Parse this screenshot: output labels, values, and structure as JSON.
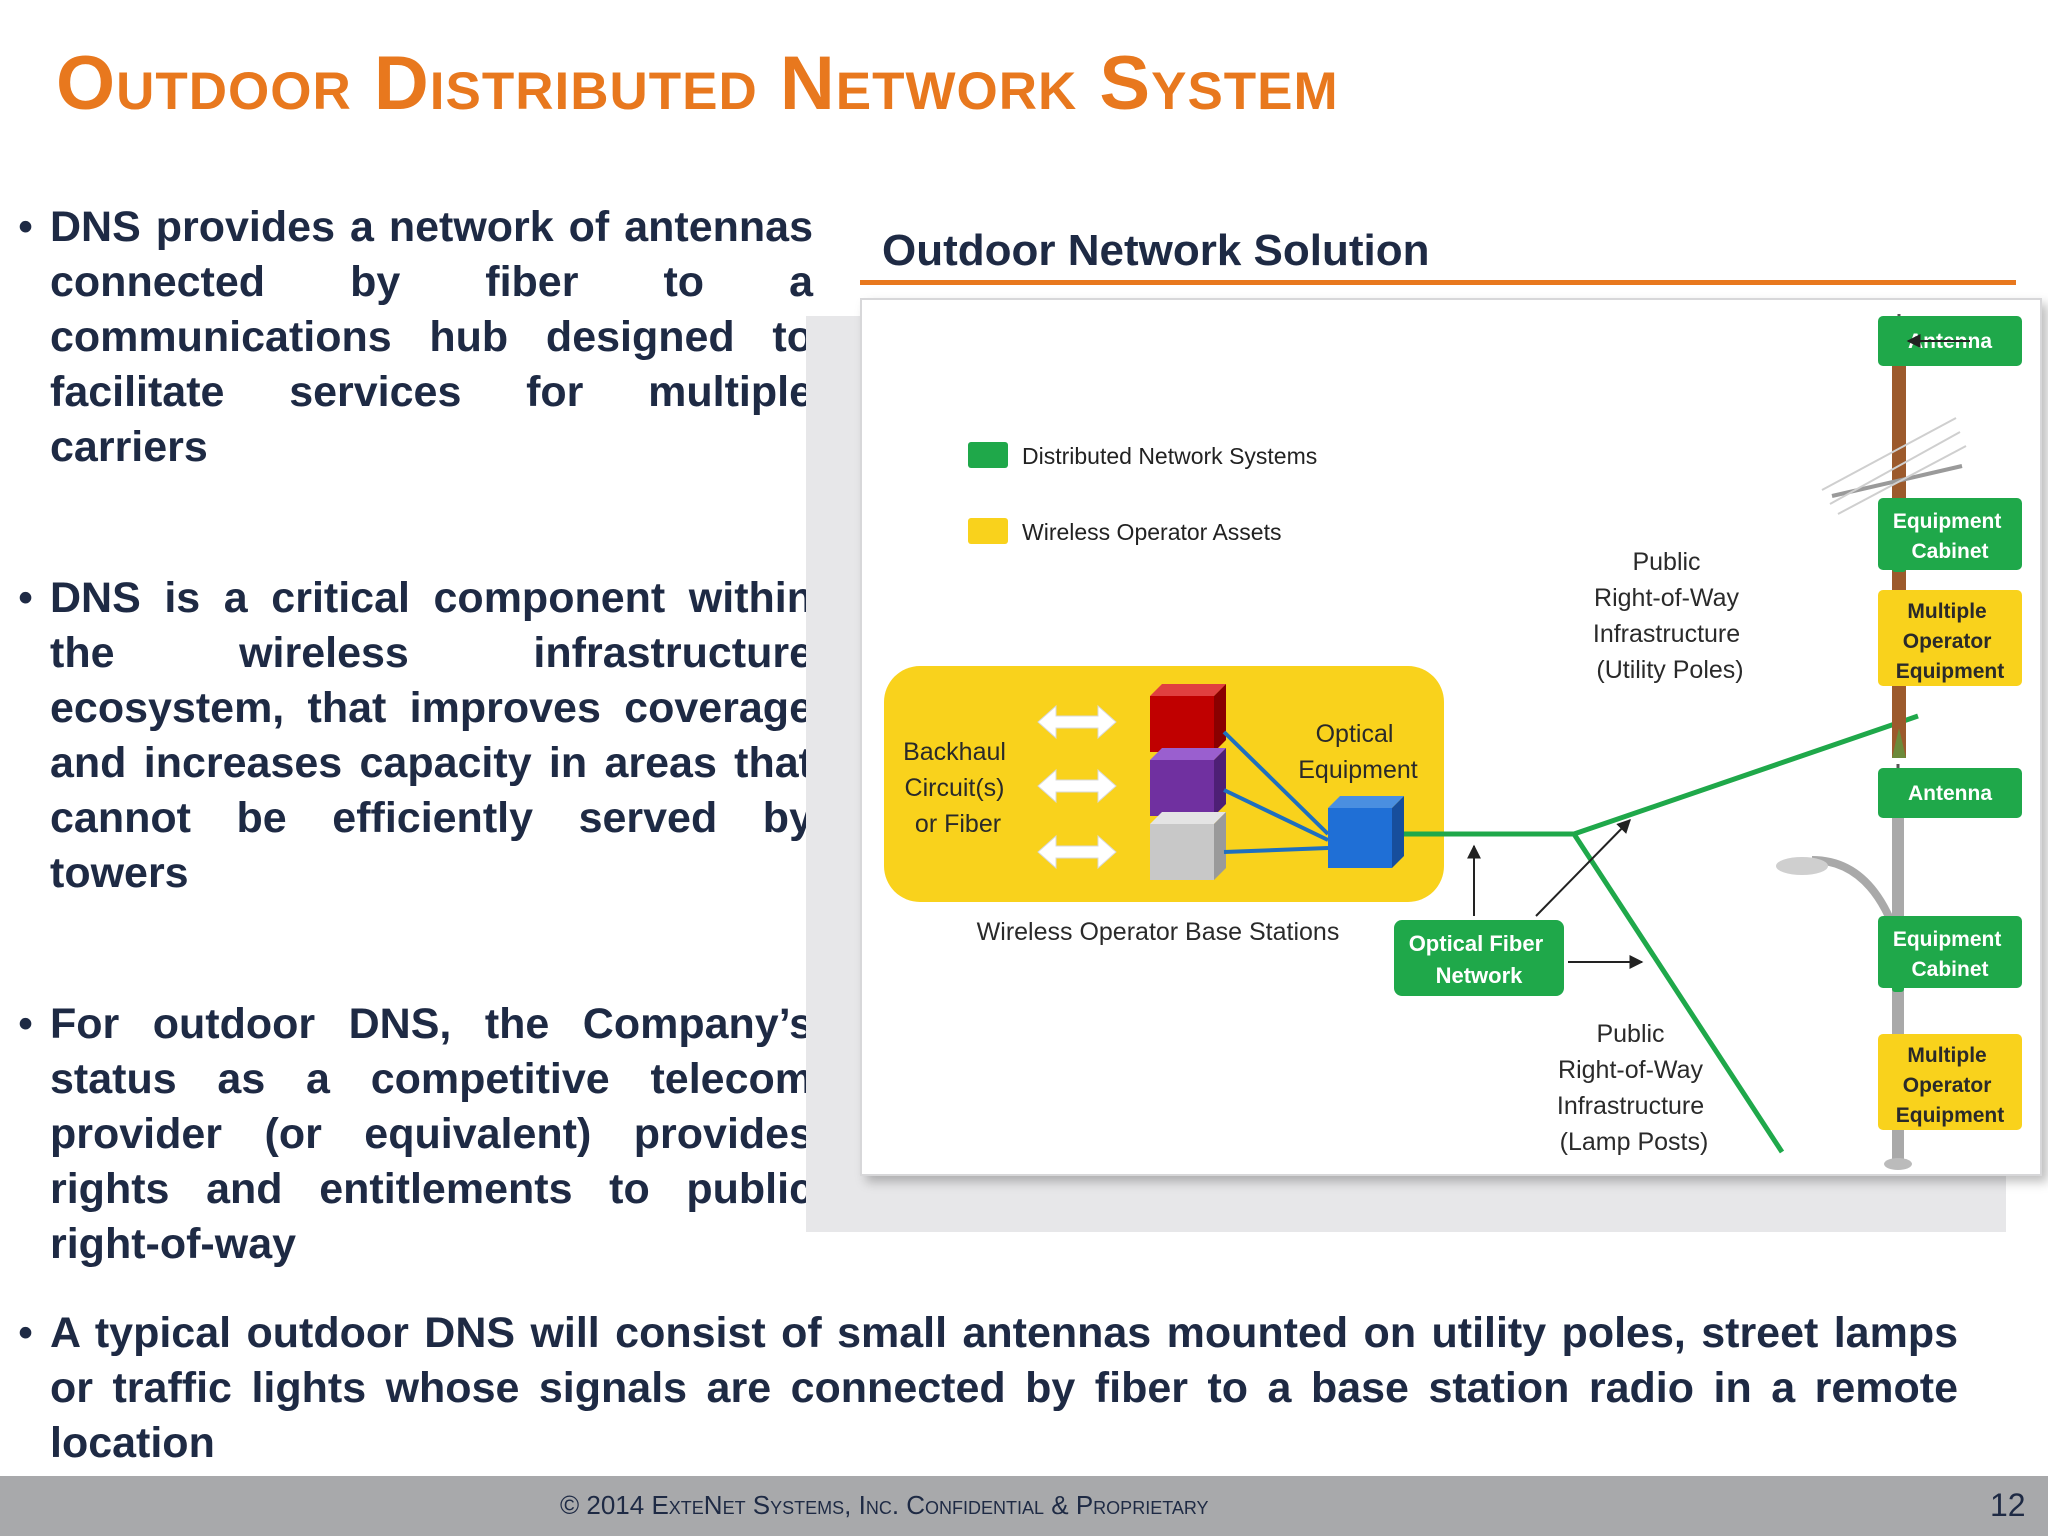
{
  "slide": {
    "title": "Outdoor Distributed Network System",
    "footer": "© 2014 ExteNet Systems, Inc. Confidential & Proprietary",
    "page_number": "12"
  },
  "bullets": [
    "DNS provides a network of antennas connected by fiber to a communications hub designed to facilitate services for multiple carriers",
    "DNS is a critical component within the wireless infrastructure ecosystem, that improves coverage and increases capacity in areas that cannot be efficiently served by towers",
    "For outdoor DNS, the Company’s status as a competitive telecom provider (or equivalent) provides rights and entitlements to public right-of-way",
    "A typical outdoor DNS will consist of small antennas mounted on utility poles, street lamps or traffic lights whose signals are connected by fiber to a base station radio in a remote location"
  ],
  "diagram": {
    "panel_title": "Outdoor Network Solution",
    "legend": {
      "green": "Distributed Network Systems",
      "yellow": "Wireless Operator Assets"
    },
    "base_station": {
      "backhaul": [
        "Backhaul",
        "Circuit(s)",
        "or Fiber"
      ],
      "optical": [
        "Optical",
        "Equipment"
      ],
      "caption": "Wireless Operator Base Stations"
    },
    "fiber_network": [
      "Optical Fiber",
      "Network"
    ],
    "utility_poles": [
      "Public",
      "Right-of-Way",
      "Infrastructure",
      "(Utility Poles)"
    ],
    "lamp_posts": [
      "Public",
      "Right-of-Way",
      "Infrastructure",
      "(Lamp Posts)"
    ],
    "antenna": "Antenna",
    "equipment_cabinet": [
      "Equipment",
      "Cabinet"
    ],
    "operator_equipment": [
      "Multiple",
      "Operator",
      "Equipment"
    ],
    "colors": {
      "green": "#1fa84a",
      "yellow": "#f9d21c",
      "orange": "#e8781e",
      "navy": "#1e2a44"
    }
  }
}
